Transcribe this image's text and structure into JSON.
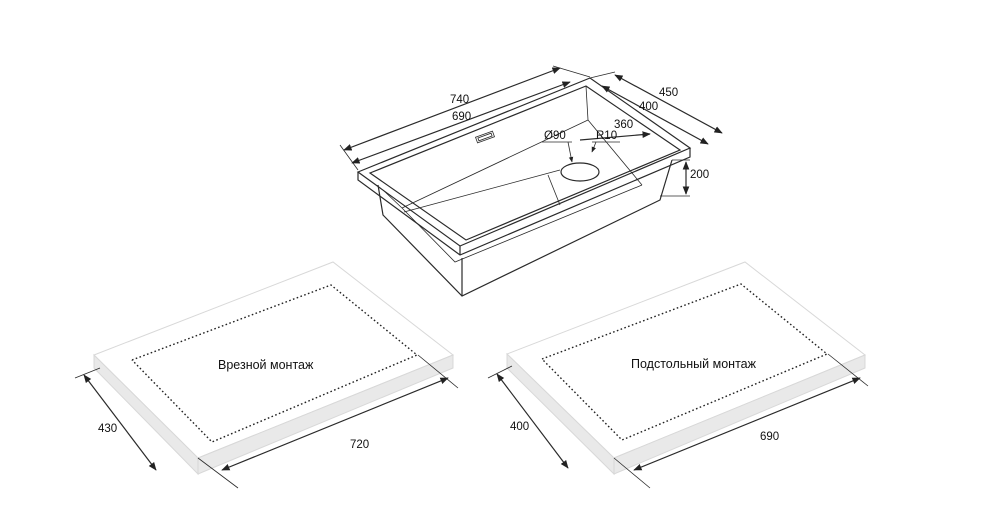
{
  "sink": {
    "dimensions": {
      "outer_length": "740",
      "inner_length": "690",
      "outer_width": "450",
      "inner_width": "400",
      "bowl_length": "360",
      "depth": "200",
      "drain_diameter": "Ø90",
      "corner_radius": "R10"
    }
  },
  "cutouts": [
    {
      "caption": "Врезной монтаж",
      "length": "720",
      "width": "430"
    },
    {
      "caption": "Подстольный монтаж",
      "length": "690",
      "width": "400"
    }
  ]
}
